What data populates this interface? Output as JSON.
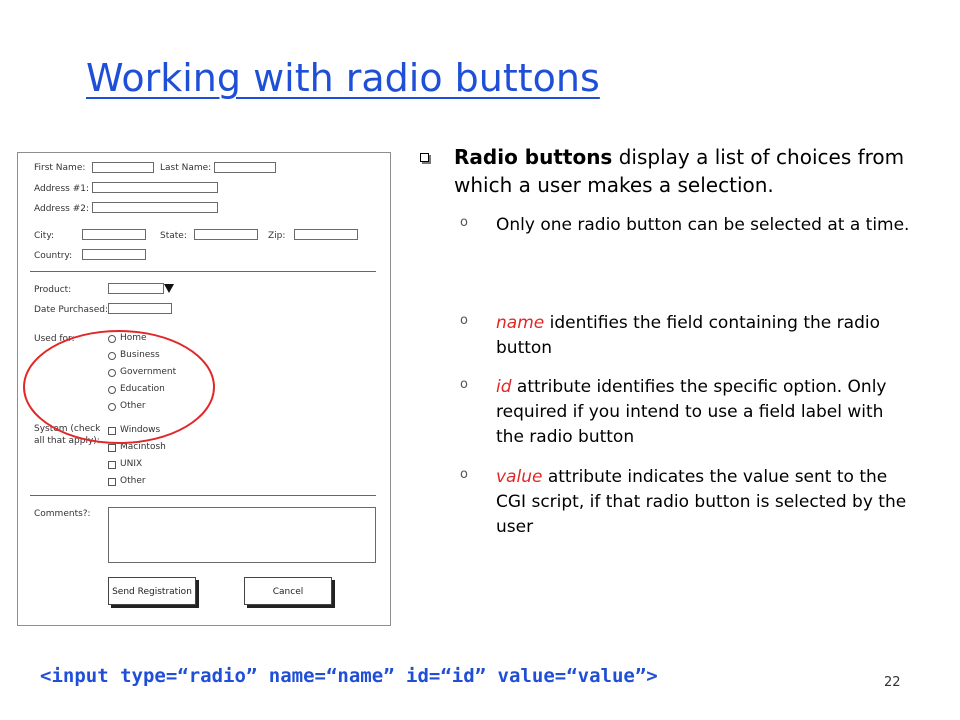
{
  "slide": {
    "title": "Working with radio buttons",
    "page_number": "22",
    "code_example": "<input type=“radio” name=“name” id=“id” value=“value”>"
  },
  "form": {
    "first_name": "First Name:",
    "last_name": "Last Name:",
    "address1": "Address #1:",
    "address2": "Address #2:",
    "city": "City:",
    "state": "State:",
    "zip": "Zip:",
    "country": "Country:",
    "product": "Product:",
    "date_purchased": "Date Purchased:",
    "used_for": "Used for:",
    "used_options": [
      "Home",
      "Business",
      "Government",
      "Education",
      "Other"
    ],
    "system_line1": "System (check",
    "system_line2": "all that apply):",
    "system_options": [
      "Windows",
      "Macintosh",
      "UNIX",
      "Other"
    ],
    "comments": "Comments?:",
    "send_button": "Send Registration",
    "cancel_button": "Cancel"
  },
  "bullets": {
    "main_bold": "Radio buttons",
    "main_rest": " display a list of choices from which a user makes a selection.",
    "sub1": "Only one radio button can be selected at a time.",
    "sub2_key": "name",
    "sub2_rest": " identifies the field containing the radio button",
    "sub3_key": "id",
    "sub3_rest": " attribute identifies the specific option.  Only required if you intend to use a field label with the radio button",
    "sub4_key": "value",
    "sub4_rest": " attribute indicates the value sent to the CGI script, if that radio button is selected by the user"
  },
  "colors": {
    "title": "#1f4fd6",
    "highlight": "#e22727",
    "code": "#1f4fd6"
  }
}
